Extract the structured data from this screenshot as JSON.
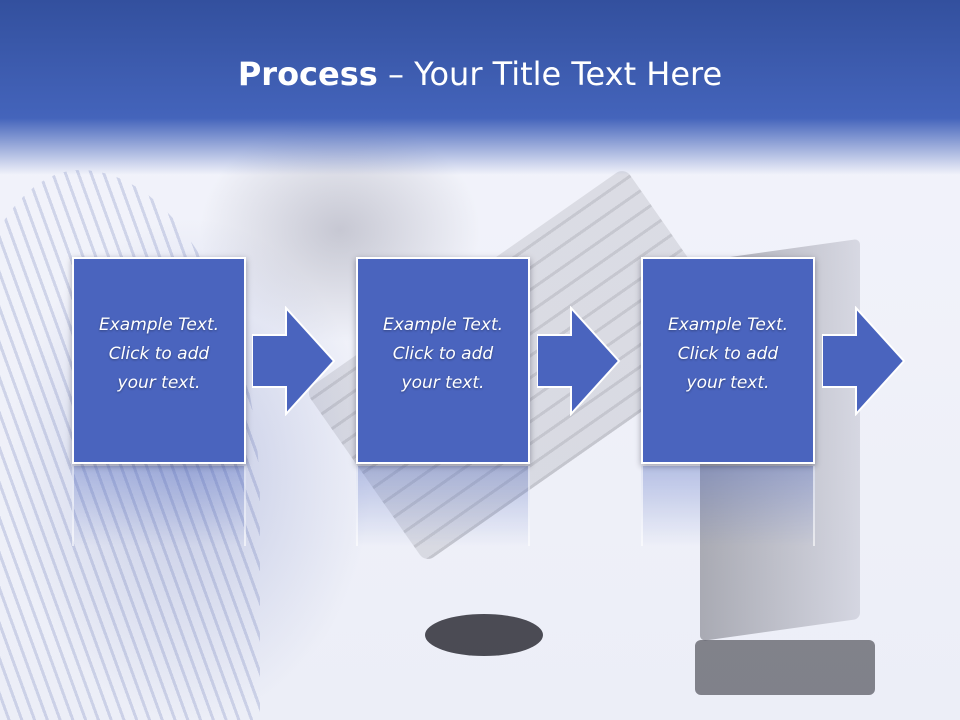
{
  "title": {
    "bold": "Process",
    "rest": " – Your Title Text Here"
  },
  "steps": [
    {
      "line1": "Example Text.",
      "line2": "Click  to add",
      "line3": "your text."
    },
    {
      "line1": "Example Text.",
      "line2": "Click  to add",
      "line3": "your text."
    },
    {
      "line1": "Example Text.",
      "line2": "Click  to add",
      "line3": "your text."
    }
  ],
  "colors": {
    "title_band": "#4464bb",
    "box_fill": "#4a64be",
    "box_border": "#ffffff",
    "text": "#ffffff"
  },
  "background_image": "man-shouting-at-computer-photo"
}
